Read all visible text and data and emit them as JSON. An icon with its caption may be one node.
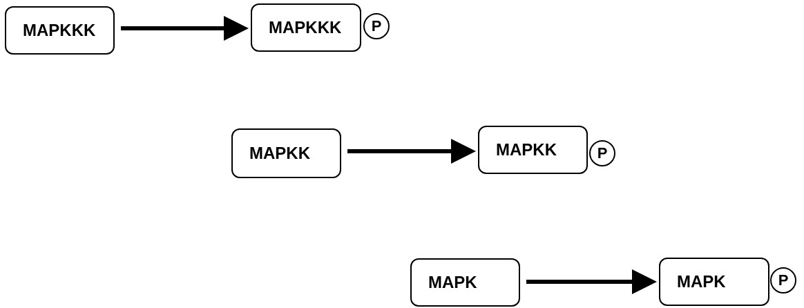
{
  "diagram": {
    "nodes": [
      {
        "text": [
          "MAPKKK"
        ]
      },
      {
        "text": [
          "MAPKKK"
        ]
      },
      {
        "text": [
          "P"
        ]
      },
      {
        "text": [
          "MAPKK"
        ]
      },
      {
        "text": [
          "MAPKK"
        ]
      },
      {
        "text": [
          "P"
        ]
      },
      {
        "text": [
          "MAPK"
        ]
      },
      {
        "text": [
          "MAPK"
        ]
      },
      {
        "text": [
          "P"
        ]
      }
    ],
    "edges": [
      {
        "from": 0,
        "to": 1,
        "arrow": "to"
      },
      {
        "from": 3,
        "to": 4,
        "arrow": "to"
      },
      {
        "from": 6,
        "to": 7,
        "arrow": "to"
      }
    ]
  }
}
